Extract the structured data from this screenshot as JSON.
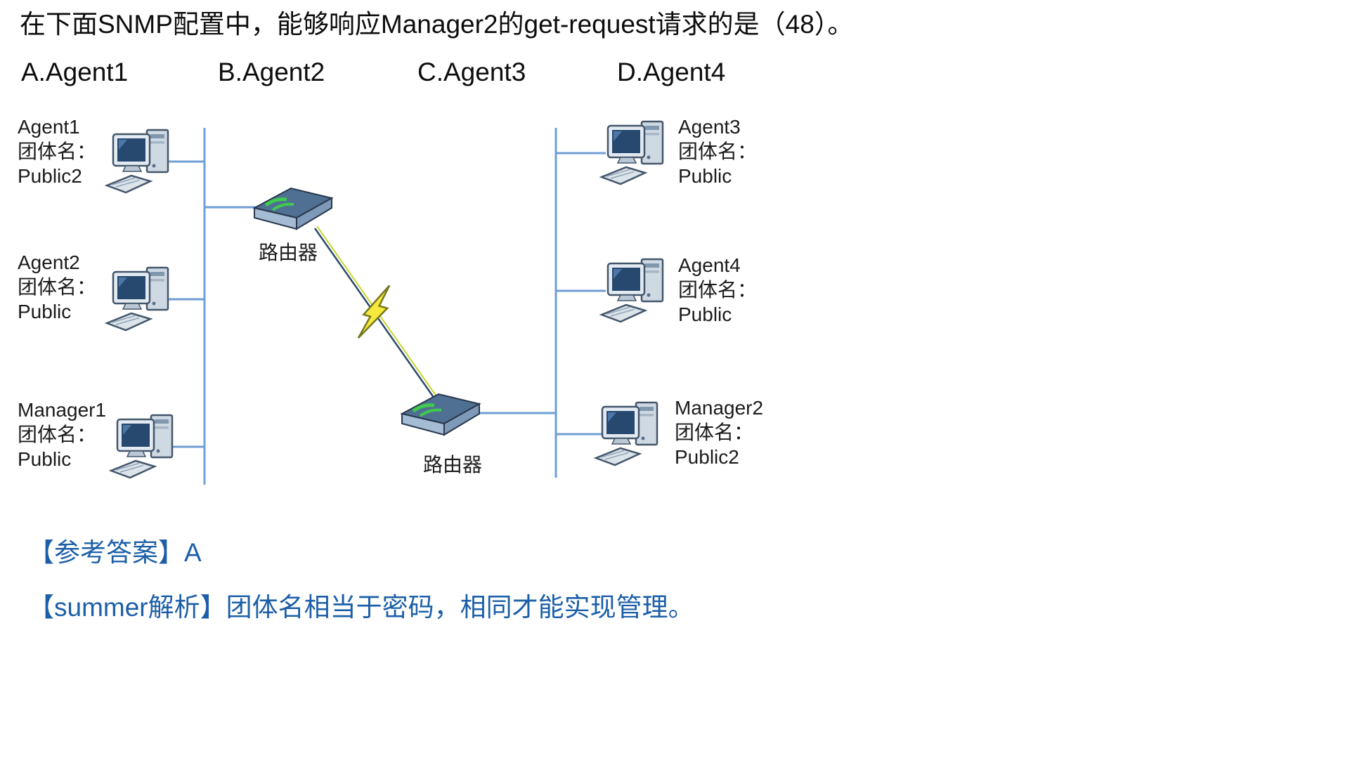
{
  "question": {
    "title": "在下面SNMP配置中，能够响应Manager2的get-request请求的是（48）。",
    "options": [
      "A.Agent1",
      "B.Agent2",
      "C.Agent3",
      "D.Agent4"
    ]
  },
  "diagram": {
    "left_nodes": [
      {
        "name": "Agent1",
        "community_label": "团体名：",
        "community": "Public2"
      },
      {
        "name": "Agent2",
        "community_label": "团体名：",
        "community": "Public"
      },
      {
        "name": "Manager1",
        "community_label": "团体名：",
        "community": "Public"
      }
    ],
    "right_nodes": [
      {
        "name": "Agent3",
        "community_label": "团体名：",
        "community": "Public"
      },
      {
        "name": "Agent4",
        "community_label": "团体名：",
        "community": "Public"
      },
      {
        "name": "Manager2",
        "community_label": "团体名：",
        "community": "Public2"
      }
    ],
    "routers": [
      {
        "label": "路由器"
      },
      {
        "label": "路由器"
      }
    ]
  },
  "answer": {
    "reference": "【参考答案】A",
    "analysis": "【summer解析】团体名相当于密码，相同才能实现管理。"
  },
  "colors": {
    "connector_line": "#6f9ed4",
    "answer_text": "#1c5fa8"
  }
}
